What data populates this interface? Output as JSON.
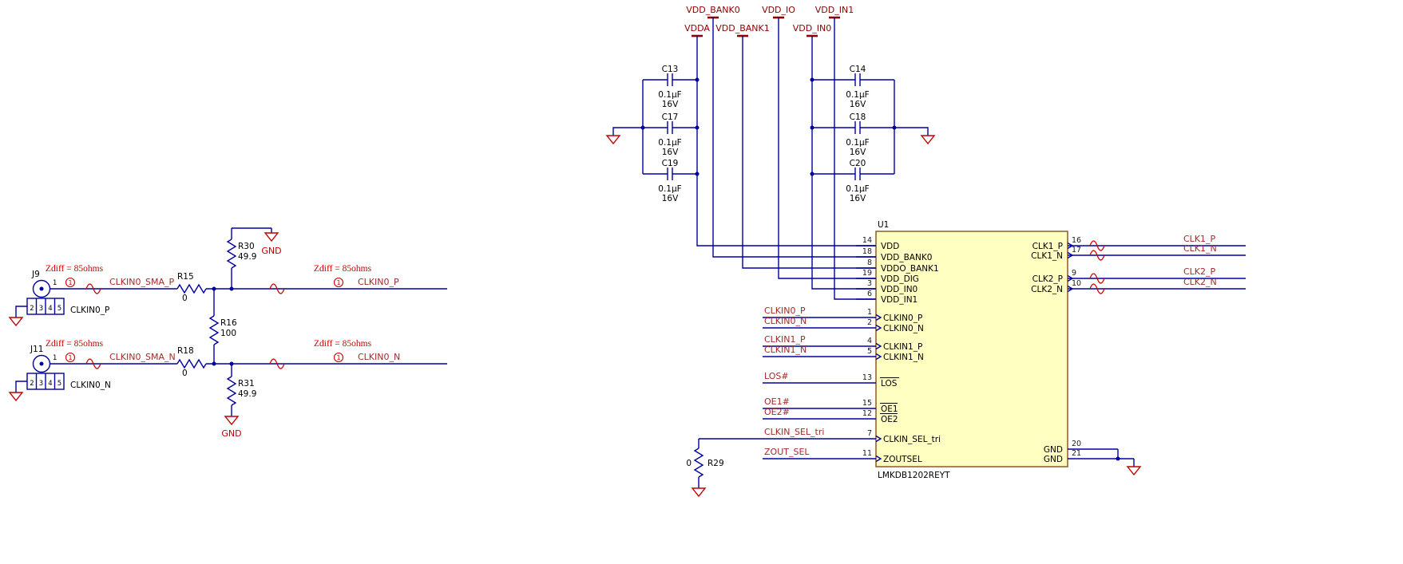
{
  "colors": {
    "wire": "#0000a0",
    "net_label": "#a52a2a",
    "power_port": "#8b0000",
    "annotation_red": "#cc0000",
    "ic_fill": "#ffffc2",
    "ic_border": "#8b5a2b",
    "text": "#000000"
  },
  "annotations": {
    "zdiff": "Zdiff = 85ohms",
    "gnd": "GND"
  },
  "directive_icon_label": "1",
  "connectors": {
    "j9": {
      "ref": "J9",
      "pin1": "1",
      "shield_pins": [
        "2",
        "3",
        "4",
        "5"
      ],
      "net_label": "CLKIN0_P"
    },
    "j11": {
      "ref": "J11",
      "pin1": "1",
      "shield_pins": [
        "2",
        "3",
        "4",
        "5"
      ],
      "net_label": "CLKIN0_N"
    }
  },
  "resistors": {
    "r15": {
      "ref": "R15",
      "value": "0"
    },
    "r16": {
      "ref": "R16",
      "value": "100"
    },
    "r18": {
      "ref": "R18",
      "value": "0"
    },
    "r29": {
      "ref": "R29",
      "value": "0"
    },
    "r30": {
      "ref": "R30",
      "value": "49.9"
    },
    "r31": {
      "ref": "R31",
      "value": "49.9"
    }
  },
  "capacitors": {
    "c13": {
      "ref": "C13",
      "value": "0.1µF",
      "voltage": "16V"
    },
    "c14": {
      "ref": "C14",
      "value": "0.1µF",
      "voltage": "16V"
    },
    "c17": {
      "ref": "C17",
      "value": "0.1µF",
      "voltage": "16V"
    },
    "c18": {
      "ref": "C18",
      "value": "0.1µF",
      "voltage": "16V"
    },
    "c19": {
      "ref": "C19",
      "value": "0.1µF",
      "voltage": "16V"
    },
    "c20": {
      "ref": "C20",
      "value": "0.1µF",
      "voltage": "16V"
    }
  },
  "power_ports": {
    "vdd_bank0": "VDD_BANK0",
    "vdd_io": "VDD_IO",
    "vdd_in1": "VDD_IN1",
    "vdda": "VDDA",
    "vdd_bank1": "VDD_BANK1",
    "vdd_in0": "VDD_IN0"
  },
  "nets": {
    "clkin0_sma_p": "CLKIN0_SMA_P",
    "clkin0_sma_n": "CLKIN0_SMA_N",
    "clkin0_p": "CLKIN0_P",
    "clkin0_n": "CLKIN0_N",
    "clkin1_p": "CLKIN1_P",
    "clkin1_n": "CLKIN1_N",
    "los": "LOS#",
    "oe1": "OE1#",
    "oe2": "OE2#",
    "clkin_sel_tri": "CLKIN_SEL_tri",
    "zout_sel": "ZOUT_SEL",
    "clk1_p": "CLK1_P",
    "clk1_n": "CLK1_N",
    "clk2_p": "CLK2_P",
    "clk2_n": "CLK2_N"
  },
  "ic": {
    "ref": "U1",
    "part": "LMKDB1202REYT",
    "left_pins": [
      {
        "num": "14",
        "name": "VDD"
      },
      {
        "num": "18",
        "name": "VDD_BANK0"
      },
      {
        "num": "8",
        "name": "VDDO_BANK1"
      },
      {
        "num": "19",
        "name": "VDD_DIG"
      },
      {
        "num": "3",
        "name": "VDD_IN0"
      },
      {
        "num": "6",
        "name": "VDD_IN1"
      },
      {
        "num": "1",
        "name": "CLKIN0_P"
      },
      {
        "num": "2",
        "name": "CLKIN0_N"
      },
      {
        "num": "4",
        "name": "CLKIN1_P"
      },
      {
        "num": "5",
        "name": "CLKIN1_N"
      },
      {
        "num": "13",
        "name": "LOS"
      },
      {
        "num": "15",
        "name": "OE1"
      },
      {
        "num": "12",
        "name": "OE2"
      },
      {
        "num": "7",
        "name": "CLKIN_SEL_tri"
      },
      {
        "num": "11",
        "name": "ZOUTSEL"
      }
    ],
    "right_pins": [
      {
        "num": "16",
        "name": "CLK1_P"
      },
      {
        "num": "17",
        "name": "CLK1_N"
      },
      {
        "num": "9",
        "name": "CLK2_P"
      },
      {
        "num": "10",
        "name": "CLK2_N"
      },
      {
        "num": "20",
        "name": "GND"
      },
      {
        "num": "21",
        "name": "GND"
      }
    ]
  }
}
